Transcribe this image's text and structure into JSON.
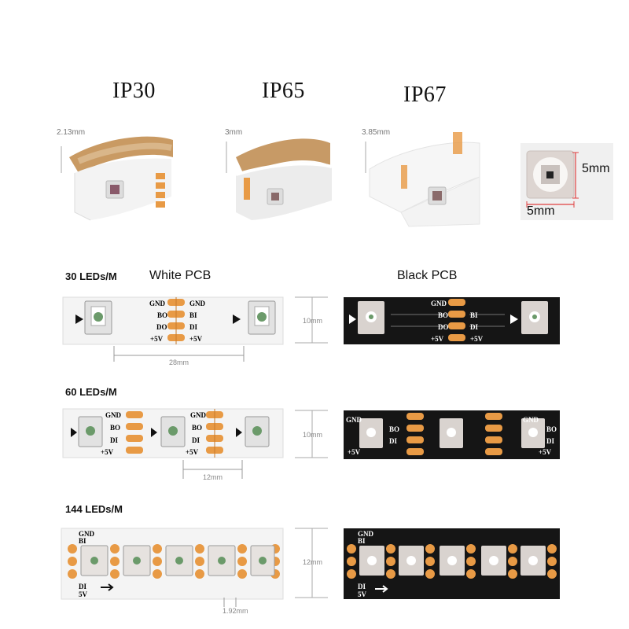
{
  "ip_titles": [
    "IP30",
    "IP65",
    "IP67"
  ],
  "thickness": [
    "2.13mm",
    "3mm",
    "3.85mm"
  ],
  "chip_size": {
    "height": "5mm",
    "width": "5mm"
  },
  "pcb_labels": {
    "white": "White PCB",
    "black": "Black PCB"
  },
  "strips": [
    {
      "label": "30 LEDs/M",
      "width_dim": "10mm",
      "pitch_dim": "28mm"
    },
    {
      "label": "60 LEDs/M",
      "width_dim": "10mm",
      "pitch_dim": "12mm"
    },
    {
      "label": "144 LEDs/M",
      "width_dim": "12mm",
      "pitch_dim": "1.92mm"
    }
  ],
  "pins": {
    "gnd": "GND",
    "bo": "BO",
    "bi": "BI",
    "do": "DO",
    "di": "DI",
    "v5": "+5V",
    "v5b": "5V"
  },
  "colors": {
    "white_pcb": "#f4f4f4",
    "black_pcb": "#151515",
    "copper_pad": "#e89a45",
    "tape_brown": "#c99a63",
    "led_frame": "#d9d3cf"
  }
}
